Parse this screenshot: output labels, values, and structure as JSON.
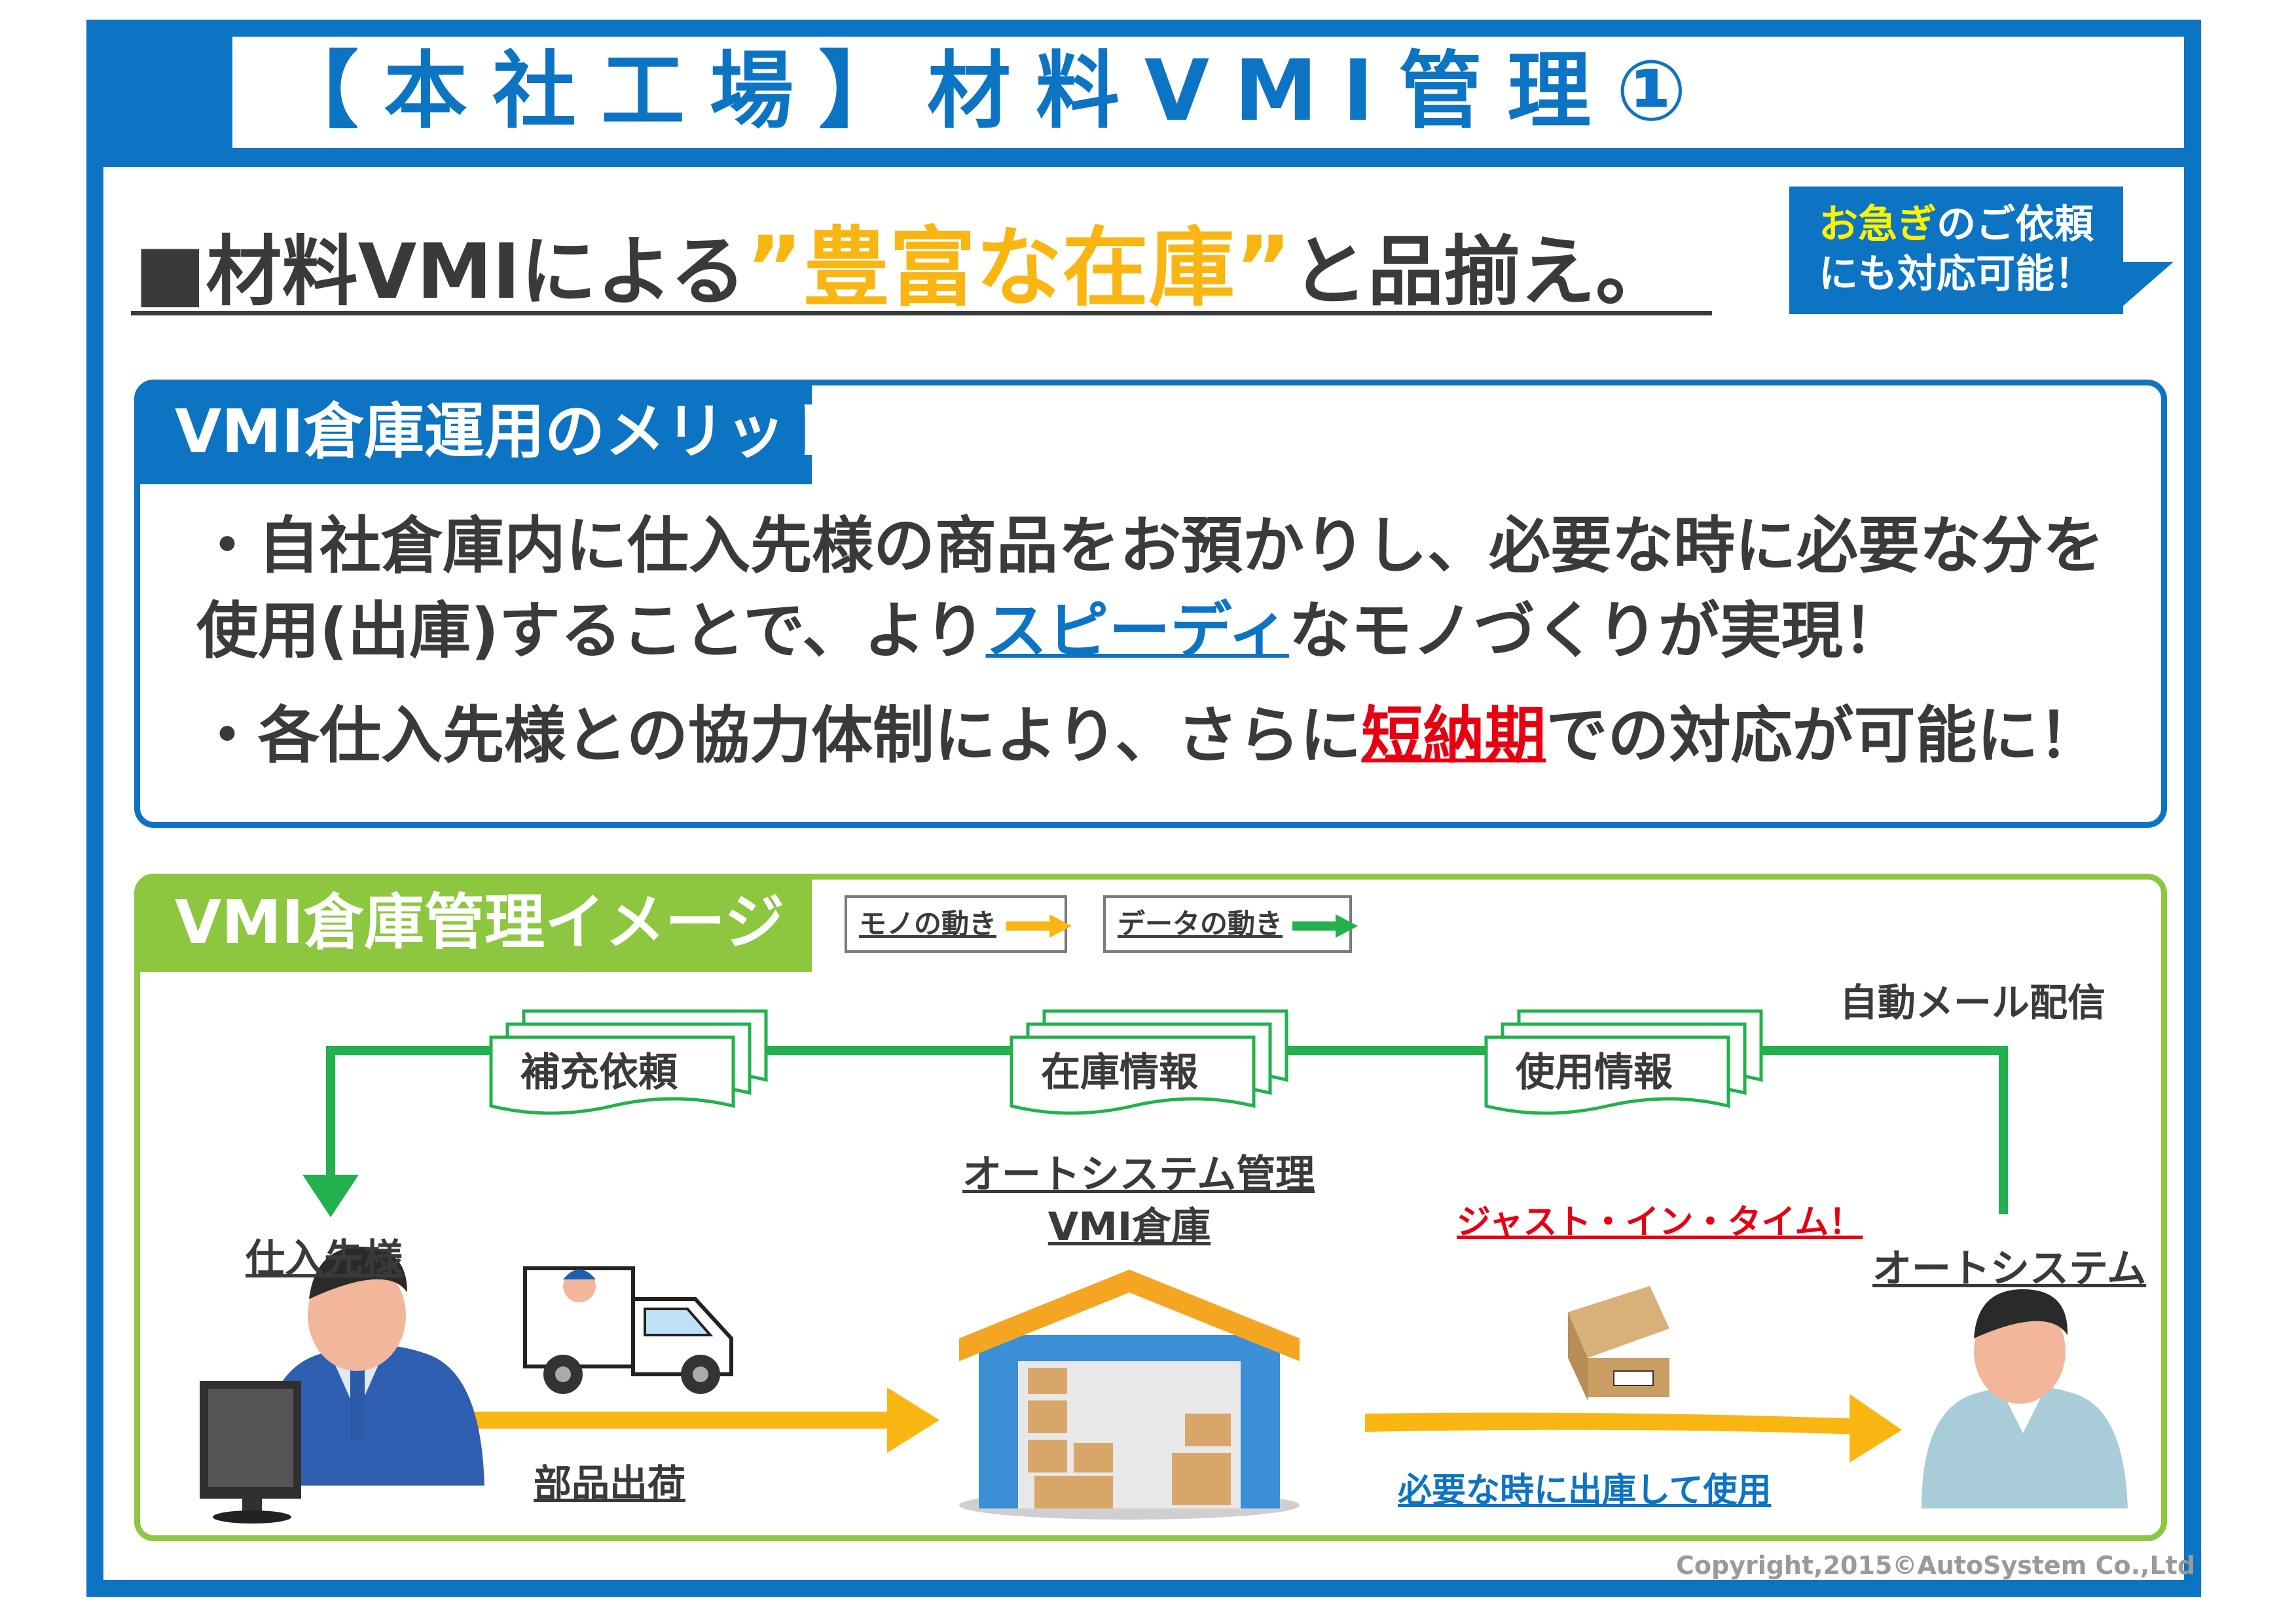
{
  "title": "【本社工場】材料VMI管理①",
  "headline": {
    "prefix": "■材料VMIによる",
    "highlight": "”豊富な在庫”",
    "suffix": "と品揃え。"
  },
  "urgent_badge": {
    "line1_yellow": "お急ぎ",
    "line1_rest": "のご依頼",
    "line2": "にも対応可能！"
  },
  "merit_section": {
    "tab": "VMI倉庫運用のメリット",
    "bullet1_a": "・自社倉庫内に仕入先様の商品をお預かりし、必要な時に必要な分を",
    "bullet1_b": "使用(出庫)することで、より",
    "bullet1_highlight": "スピーディ",
    "bullet1_c": "なモノづくりが実現！",
    "bullet2_a": "・各仕入先様との協力体制により、さらに",
    "bullet2_highlight": "短納期",
    "bullet2_c": "での対応が可能に！"
  },
  "image_section": {
    "tab": "VMI倉庫管理イメージ",
    "legend_goods": "モノの動き",
    "legend_data": "データの動き",
    "auto_mail": "自動メール配信",
    "doc_request": "補充依頼",
    "doc_stock": "在庫情報",
    "doc_usage": "使用情報",
    "supplier": "仕入先様",
    "warehouse_line1": "オートシステム管理",
    "warehouse_line2": "VMI倉庫",
    "jit": "ジャスト・イン・タイム！",
    "company": "オートシステム",
    "ship": "部品出荷",
    "use": "必要な時に出庫して使用"
  },
  "copyright": "Copyright,2015©AutoSystem Co.,Ltd",
  "colors": {
    "brand_blue": "#0d74c4",
    "green": "#8dc63f",
    "data_arrow": "#22b14c",
    "goods_arrow": "#f9b612",
    "red": "#e60012"
  }
}
